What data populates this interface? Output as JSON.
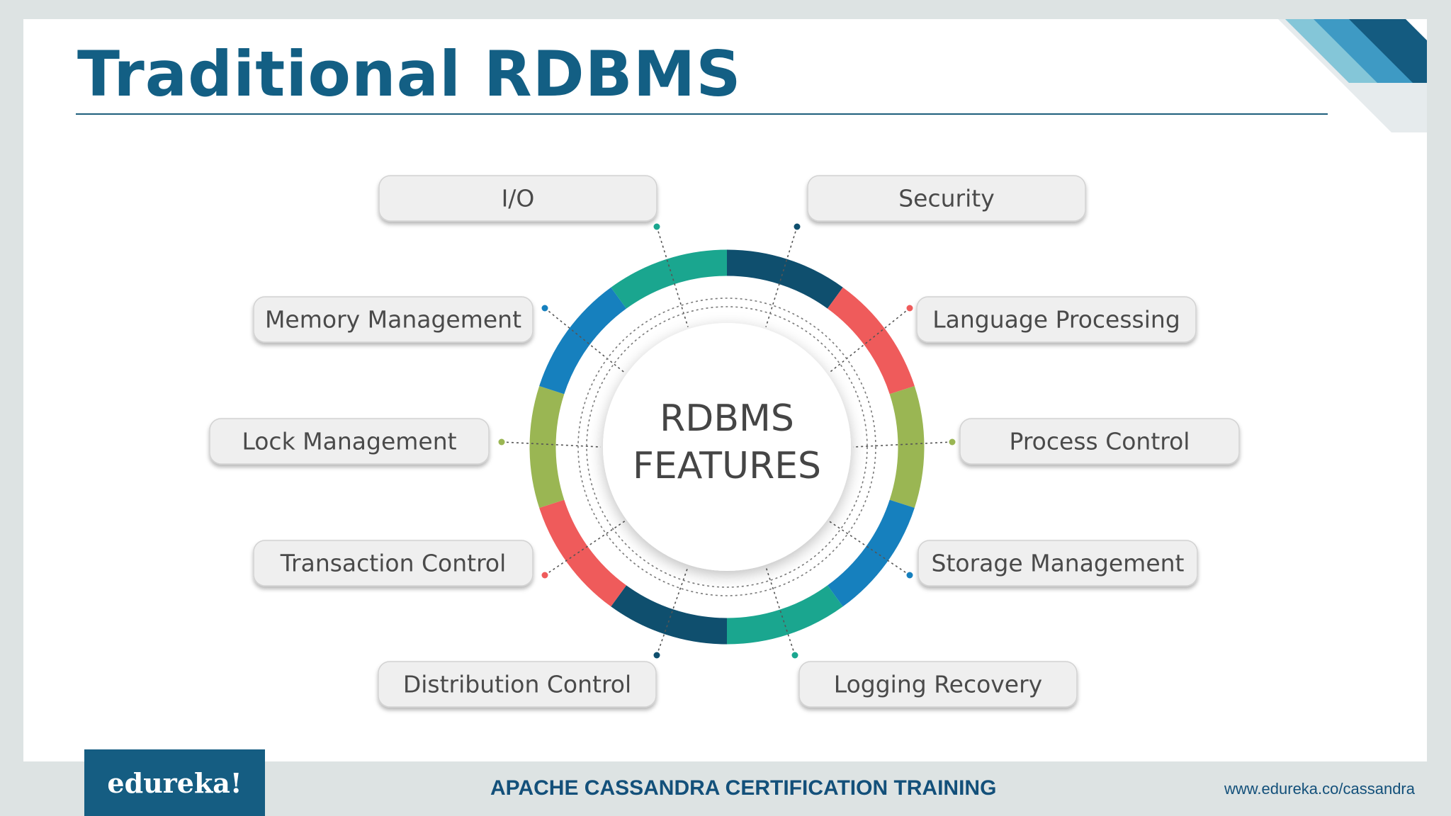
{
  "slide": {
    "title": "Traditional RDBMS"
  },
  "diagram": {
    "center_lines": [
      "RDBMS",
      "FEATURES"
    ],
    "features": [
      {
        "label": "I/O",
        "dot_color": "#1aa68f"
      },
      {
        "label": "Security",
        "dot_color": "#0f4f6e"
      },
      {
        "label": "Language Processing",
        "dot_color": "#ef5b5b"
      },
      {
        "label": "Process Control",
        "dot_color": "#9ab653"
      },
      {
        "label": "Storage Management",
        "dot_color": "#1680be"
      },
      {
        "label": "Logging Recovery",
        "dot_color": "#1aa68f"
      },
      {
        "label": "Distribution Control",
        "dot_color": "#0f4f6e"
      },
      {
        "label": "Transaction Control",
        "dot_color": "#ef5b5b"
      },
      {
        "label": "Lock Management",
        "dot_color": "#9ab653"
      },
      {
        "label": "Memory Management",
        "dot_color": "#1680be"
      }
    ],
    "ring_colors": [
      "#0f4f6e",
      "#ef5b5b",
      "#9ab653",
      "#1680be",
      "#1aa68f",
      "#0f4f6e",
      "#ef5b5b",
      "#9ab653",
      "#1680be",
      "#1aa68f"
    ]
  },
  "footer": {
    "brand": "edureka!",
    "course": "APACHE CASSANDRA CERTIFICATION TRAINING",
    "site": "www.edureka.co/cassandra"
  },
  "colors": {
    "title": "#135f84",
    "brand_bg": "#155d82",
    "footer_text": "#13507a"
  }
}
